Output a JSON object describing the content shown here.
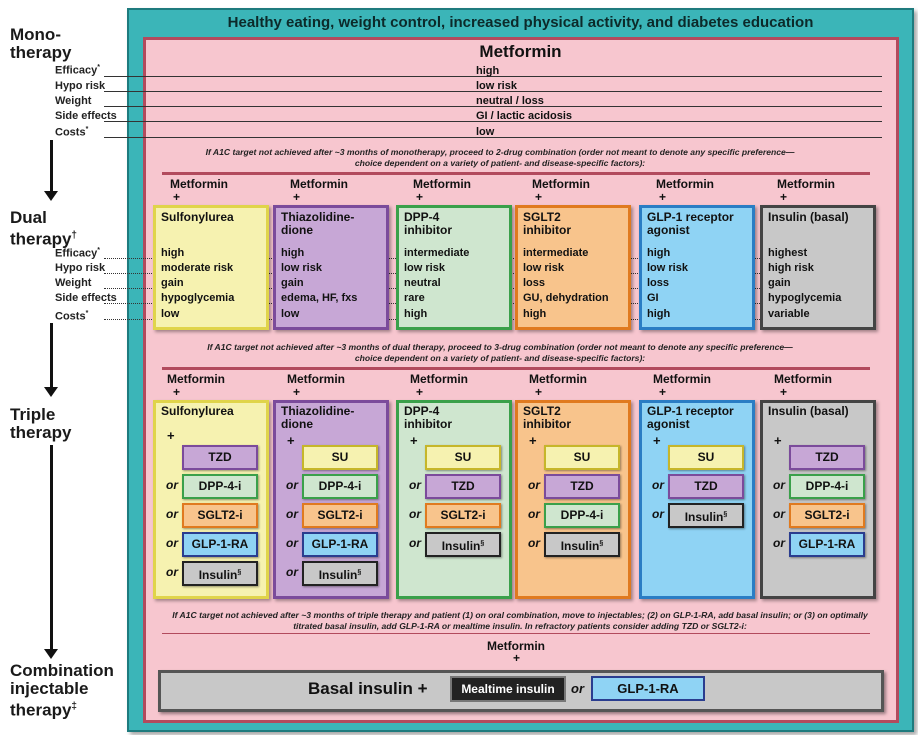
{
  "title": "Healthy eating, weight control, increased physical activity, and diabetes education",
  "stages": {
    "mono": "Mono-\ntherapy",
    "dual": "Dual\ntherapy",
    "dual_mark": "†",
    "triple": "Triple\ntherapy",
    "combo": "Combination\ninjectable\ntherapy",
    "combo_mark": "‡"
  },
  "row_labels": [
    "Efficacy",
    "Hypo risk",
    "Weight",
    "Side effects",
    "Costs"
  ],
  "row_label_marks": [
    "*",
    "",
    "",
    "",
    "*"
  ],
  "monotherapy": {
    "drug": "Metformin",
    "values": [
      "high",
      "low risk",
      "neutral / loss",
      "GI / lactic acidosis",
      "low"
    ]
  },
  "notes": {
    "mono_to_dual": "If A1C target not achieved after ~3 months of monotherapy, proceed to 2-drug combination (order not meant to denote any specific preference—choice dependent on a variety of patient- and disease-specific factors):",
    "dual_to_triple": "If A1C target not achieved after ~3 months of dual therapy, proceed to 3-drug combination (order not meant to denote any specific preference—choice dependent on a variety of patient- and disease-specific factors):",
    "triple_to_injectable": "If A1C target not achieved after ~3 months of triple therapy and patient (1) on oral combination, move to injectables; (2) on GLP-1-RA, add basal insulin; or (3) on optimally titrated basal insulin, add GLP-1-RA or mealtime insulin. In refractory patients consider adding TZD or SGLT2-i:"
  },
  "metformin_plus": {
    "drug": "Metformin",
    "plus": "+"
  },
  "dual": [
    {
      "name": "Sulfonylurea",
      "values": [
        "high",
        "moderate risk",
        "gain",
        "hypoglycemia",
        "low"
      ]
    },
    {
      "name": "Thiazolidine-\ndione",
      "values": [
        "high",
        "low risk",
        "gain",
        "edema, HF, fxs",
        "low"
      ]
    },
    {
      "name": "DPP-4\ninhibitor",
      "values": [
        "intermediate",
        "low risk",
        "neutral",
        "rare",
        "high"
      ]
    },
    {
      "name": "SGLT2\ninhibitor",
      "values": [
        "intermediate",
        "low risk",
        "loss",
        "GU, dehydration",
        "high"
      ]
    },
    {
      "name": "GLP-1 receptor\nagonist",
      "values": [
        "high",
        "low risk",
        "loss",
        "GI",
        "high"
      ]
    },
    {
      "name": "Insulin (basal)",
      "values": [
        "highest",
        "high risk",
        "gain",
        "hypoglycemia",
        "variable"
      ]
    }
  ],
  "triple": [
    {
      "name": "Sulfonylurea",
      "plus": "+",
      "options": [
        "TZD",
        "DPP-4-i",
        "SGLT2-i",
        "GLP-1-RA",
        "Insulin"
      ]
    },
    {
      "name": "Thiazolidine-\ndione",
      "plus": "+",
      "options": [
        "SU",
        "DPP-4-i",
        "SGLT2-i",
        "GLP-1-RA",
        "Insulin"
      ]
    },
    {
      "name": "DPP-4\ninhibitor",
      "plus": "+",
      "options": [
        "SU",
        "TZD",
        "SGLT2-i",
        "Insulin"
      ]
    },
    {
      "name": "SGLT2\ninhibitor",
      "plus": "+",
      "options": [
        "SU",
        "TZD",
        "DPP-4-i",
        "Insulin"
      ]
    },
    {
      "name": "GLP-1 receptor\nagonist",
      "plus": "+",
      "options": [
        "SU",
        "TZD",
        "Insulin"
      ]
    },
    {
      "name": "Insulin (basal)",
      "plus": "+",
      "options": [
        "TZD",
        "DPP-4-i",
        "SGLT2-i",
        "GLP-1-RA"
      ]
    }
  ],
  "or_word": "or",
  "insulin_mark": "§",
  "injectable": {
    "metformin": "Metformin",
    "plus": "+",
    "basal": "Basal insulin +",
    "mealtime": "Mealtime insulin",
    "or": "or",
    "glp1": "GLP-1-RA"
  },
  "colors": {
    "outer": "#3bb5b8",
    "inner": "#f7c6cf",
    "Sulfonylurea": "#f6f2b0",
    "TZD": "#c7a7d6",
    "DPP": "#cfe6cf",
    "SGLT2": "#f8c48c",
    "GLP1": "#8fd3f4",
    "Insulin": "#c8c8c8"
  }
}
